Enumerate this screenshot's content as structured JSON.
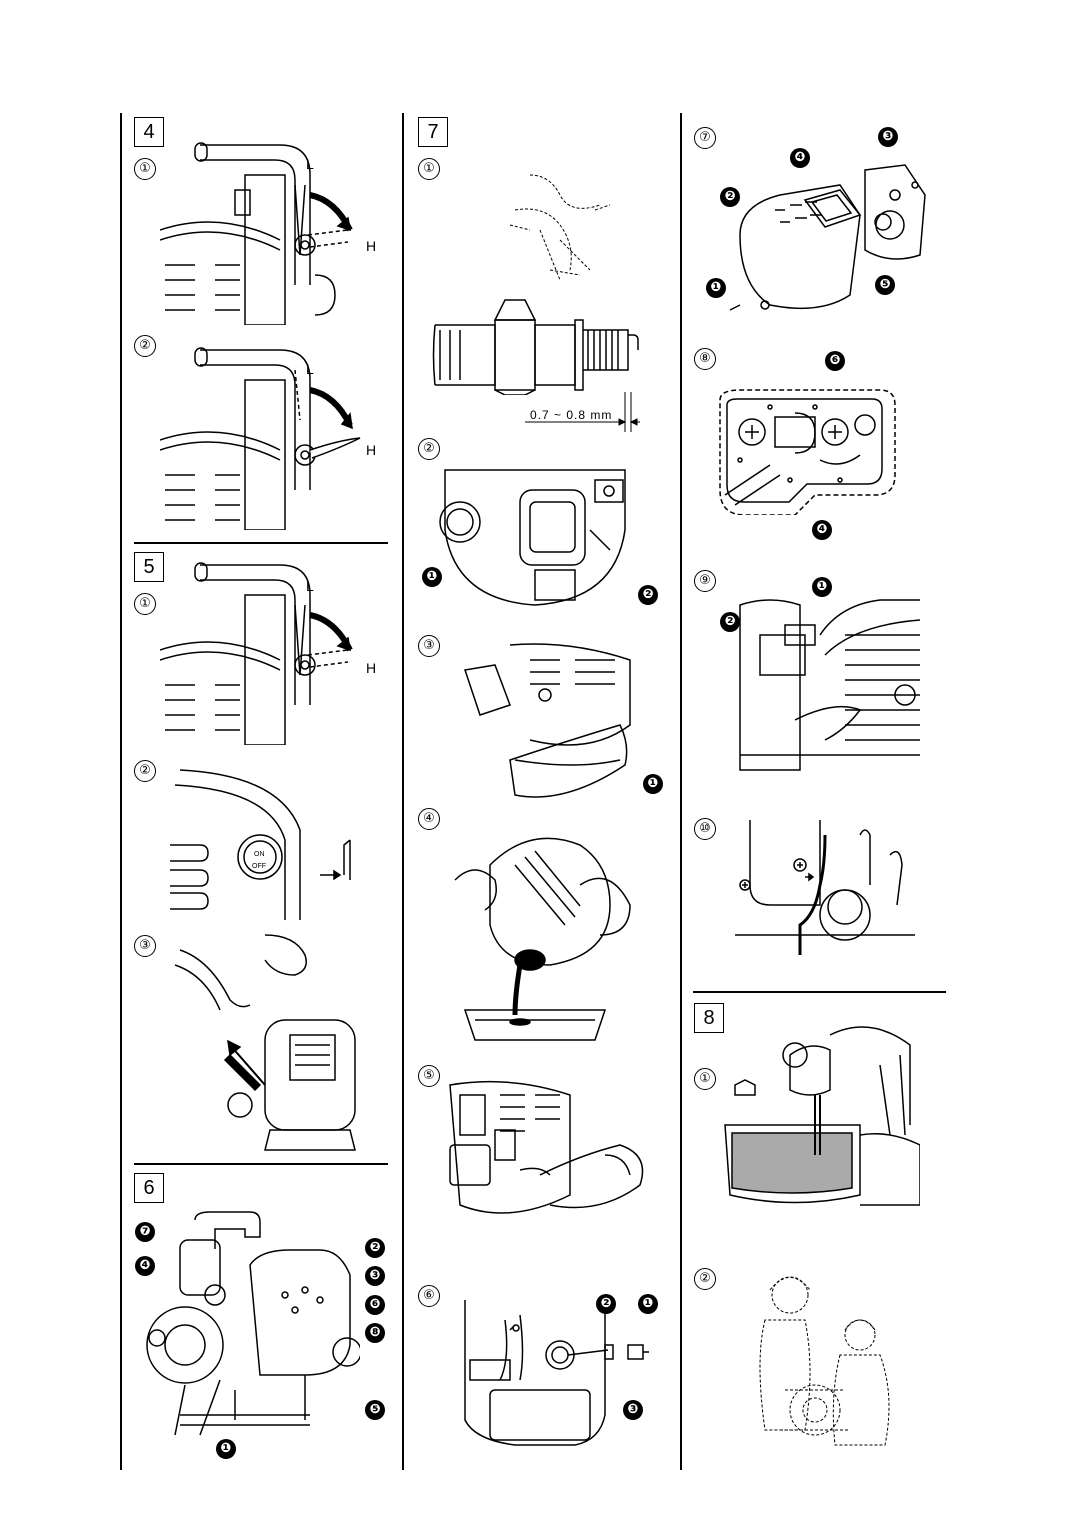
{
  "sections": {
    "s4": {
      "num": "4",
      "steps": [
        "①",
        "②"
      ]
    },
    "s5": {
      "num": "5",
      "steps": [
        "①",
        "②",
        "③"
      ]
    },
    "s6": {
      "num": "6"
    },
    "s7": {
      "num": "7",
      "steps": [
        "①",
        "②",
        "③",
        "④",
        "⑤",
        "⑥",
        "⑦",
        "⑧",
        "⑨",
        "⑩"
      ]
    },
    "s8": {
      "num": "8",
      "steps": [
        "①",
        "②"
      ]
    }
  },
  "labels": {
    "lever_low": "L",
    "lever_high": "H",
    "switch_on": "ON",
    "switch_off": "OFF",
    "plug_gap": "0.7 ~ 0.8 mm"
  },
  "callouts": {
    "n1": "❶",
    "n2": "❷",
    "n3": "❸",
    "n4": "❹",
    "n5": "❺",
    "n6": "❻",
    "n7": "❼",
    "n8": "❽"
  }
}
